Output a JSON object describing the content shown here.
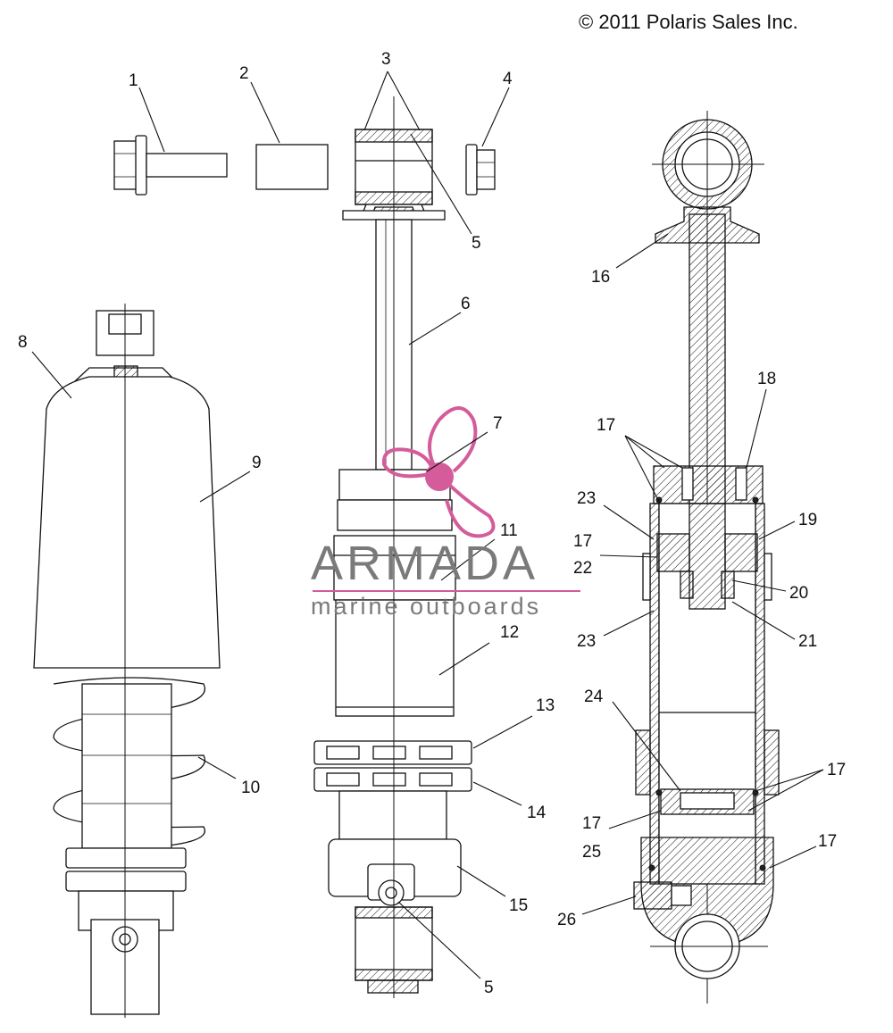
{
  "copyright": "© 2011 Polaris Sales Inc.",
  "watermark": {
    "brand": "ARMADA",
    "tagline": "marine outboards",
    "accent_color": "#d45c9a",
    "text_color": "#7a7a7a"
  },
  "callouts": [
    {
      "id": "c1",
      "label": "1"
    },
    {
      "id": "c2",
      "label": "2"
    },
    {
      "id": "c3",
      "label": "3"
    },
    {
      "id": "c4",
      "label": "4"
    },
    {
      "id": "c5a",
      "label": "5"
    },
    {
      "id": "c6",
      "label": "6"
    },
    {
      "id": "c7",
      "label": "7"
    },
    {
      "id": "c8",
      "label": "8"
    },
    {
      "id": "c9",
      "label": "9"
    },
    {
      "id": "c10",
      "label": "10"
    },
    {
      "id": "c11",
      "label": "11"
    },
    {
      "id": "c12",
      "label": "12"
    },
    {
      "id": "c13",
      "label": "13"
    },
    {
      "id": "c14",
      "label": "14"
    },
    {
      "id": "c15",
      "label": "15"
    },
    {
      "id": "c5b",
      "label": "5"
    },
    {
      "id": "c16",
      "label": "16"
    },
    {
      "id": "c17a",
      "label": "17"
    },
    {
      "id": "c18",
      "label": "18"
    },
    {
      "id": "c23a",
      "label": "23"
    },
    {
      "id": "c19",
      "label": "19"
    },
    {
      "id": "c17b",
      "label": "17"
    },
    {
      "id": "c22",
      "label": "22"
    },
    {
      "id": "c20",
      "label": "20"
    },
    {
      "id": "c23b",
      "label": "23"
    },
    {
      "id": "c21",
      "label": "21"
    },
    {
      "id": "c24",
      "label": "24"
    },
    {
      "id": "c17c",
      "label": "17"
    },
    {
      "id": "c17d",
      "label": "17"
    },
    {
      "id": "c25",
      "label": "25"
    },
    {
      "id": "c17e",
      "label": "17"
    },
    {
      "id": "c26",
      "label": "26"
    }
  ]
}
